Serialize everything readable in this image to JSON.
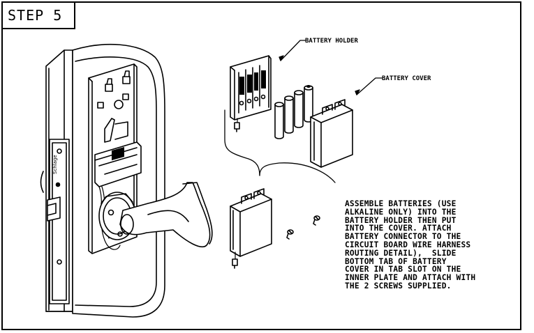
{
  "step_title": "STEP 5",
  "labels": {
    "battery_holder": "BATTERY HOLDER",
    "battery_cover": "BATTERY COVER"
  },
  "instructions": "ASSEMBLE BATTERIES (USE\nALKALINE ONLY) INTO THE\nBATTERY HOLDER THEN PUT\nINTO THE COVER. ATTACH\nBATTERY CONNECTOR TO THE\nCIRCUIT BOARD WIRE HARNESS\nROUTING DETAIL),  SLIDE\nBOTTOM TAB OF BATTERY\nCOVER IN TAB SLOT ON THE\nINNER PLATE AND ATTACH WITH\nTHE 2 SCREWS SUPPLIED.",
  "lock_brand_text": "Schlage",
  "colors": {
    "ink": "#000000",
    "paper": "#ffffff"
  }
}
